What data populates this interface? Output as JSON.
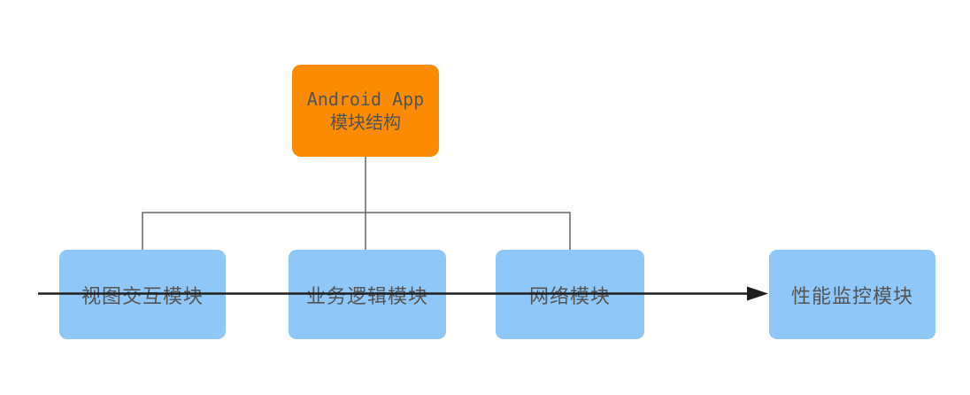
{
  "diagram": {
    "root": {
      "line1": "Android App",
      "line2": "模块结构"
    },
    "modules": [
      {
        "label": "视图交互模块"
      },
      {
        "label": "业务逻辑模块"
      },
      {
        "label": "网络模块"
      },
      {
        "label": "性能监控模块"
      }
    ]
  },
  "theme": {
    "bg": "#ffffff",
    "root-fill": "#fb8b00",
    "module-fill": "#8fc7f8",
    "connector-color": "#666666",
    "arrow-color": "#1f1f1f",
    "text-color": "#545454"
  }
}
